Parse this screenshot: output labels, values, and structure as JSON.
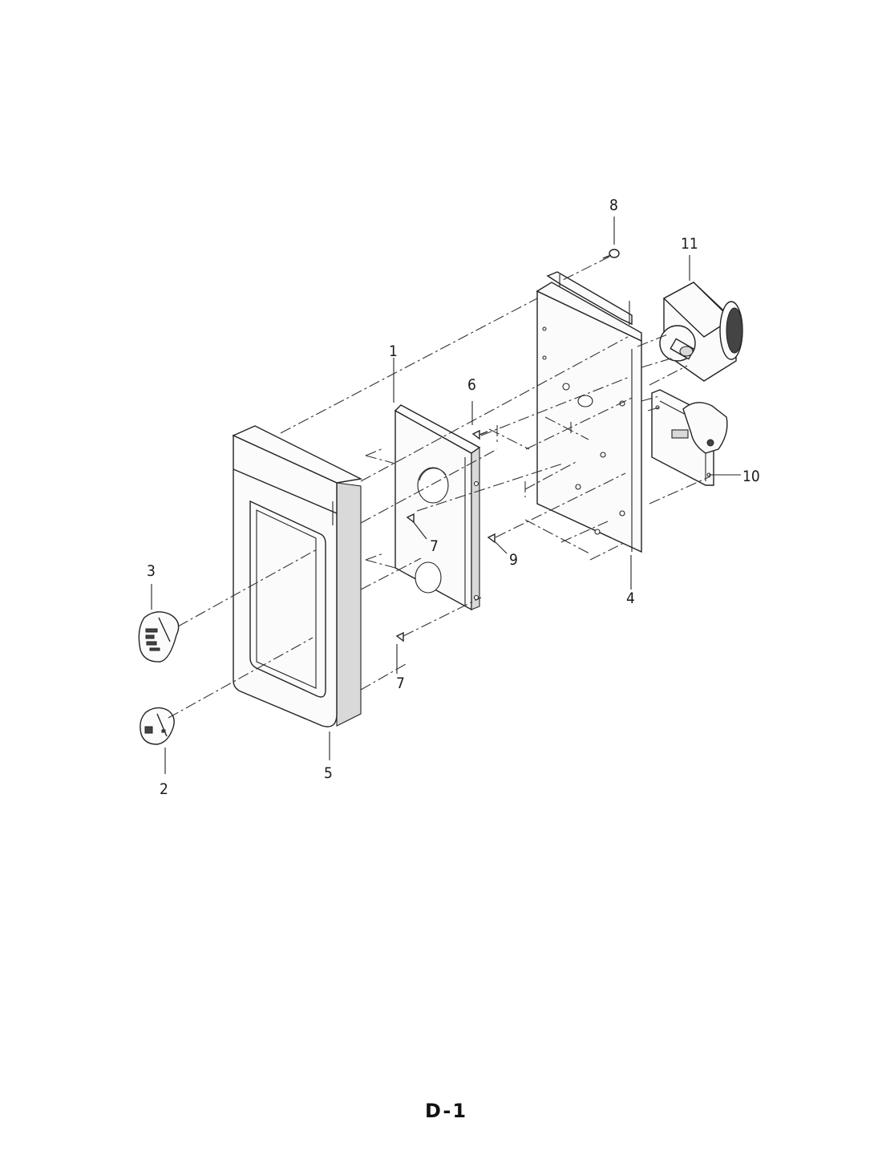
{
  "callouts": {
    "c1": "1",
    "c2": "2",
    "c3": "3",
    "c4": "4",
    "c5": "5",
    "c6": "6",
    "c7a": "7",
    "c7b": "7",
    "c8": "8",
    "c9": "9",
    "c10": "10",
    "c11": "11"
  },
  "page_label": "D-1"
}
